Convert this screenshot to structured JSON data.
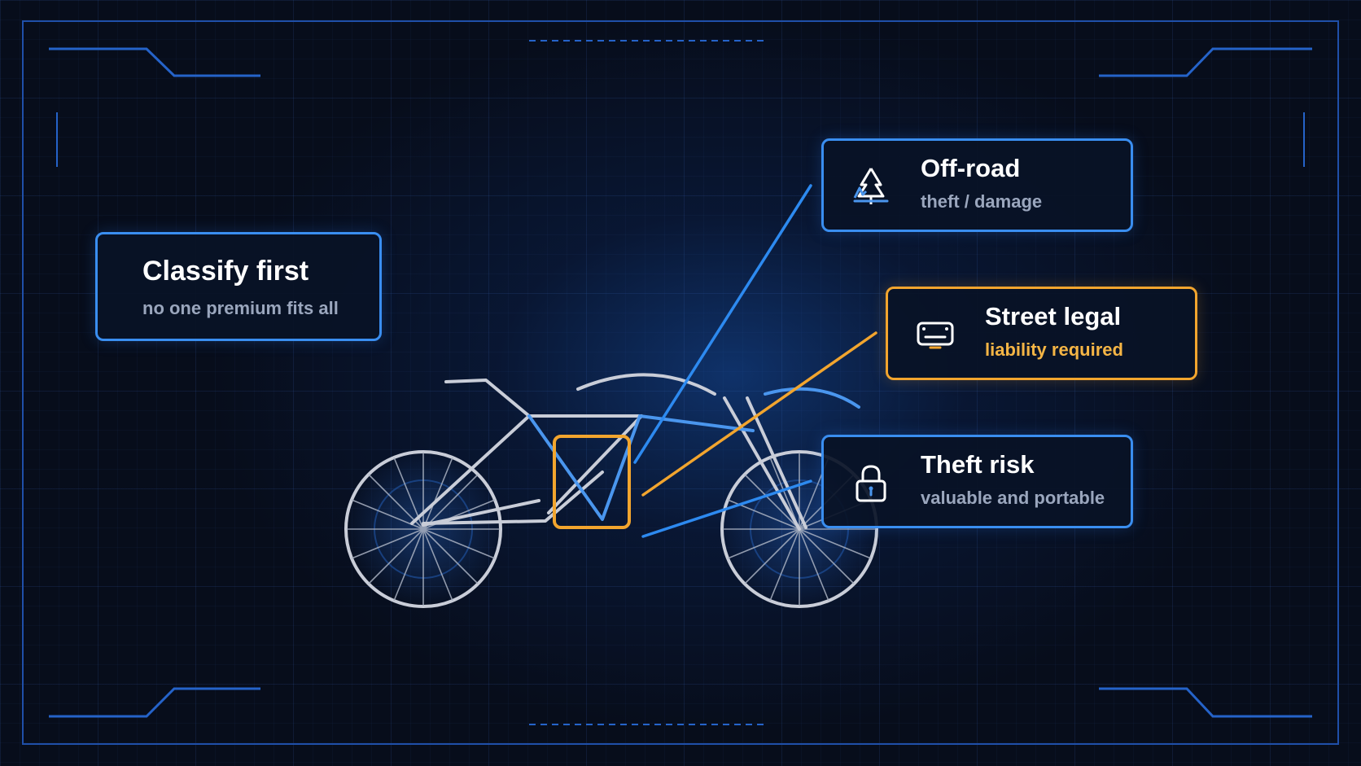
{
  "cards": {
    "classify": {
      "title": "Classify first",
      "subtitle": "no one premium fits all"
    },
    "offroad": {
      "title": "Off-road",
      "subtitle": "theft / damage",
      "icon": "tree-icon"
    },
    "street": {
      "title": "Street legal",
      "subtitle": "liability required",
      "icon": "license-plate-icon"
    },
    "theft": {
      "title": "Theft risk",
      "subtitle": "valuable and portable",
      "icon": "padlock-icon"
    }
  },
  "colors": {
    "background": "#070d1b",
    "accent_blue": "#3a8ef0",
    "accent_orange": "#f2a52e",
    "bike_outline": "#c9cdd8",
    "title_text": "#ffffff",
    "subtitle_text": "#9aa6bd"
  }
}
